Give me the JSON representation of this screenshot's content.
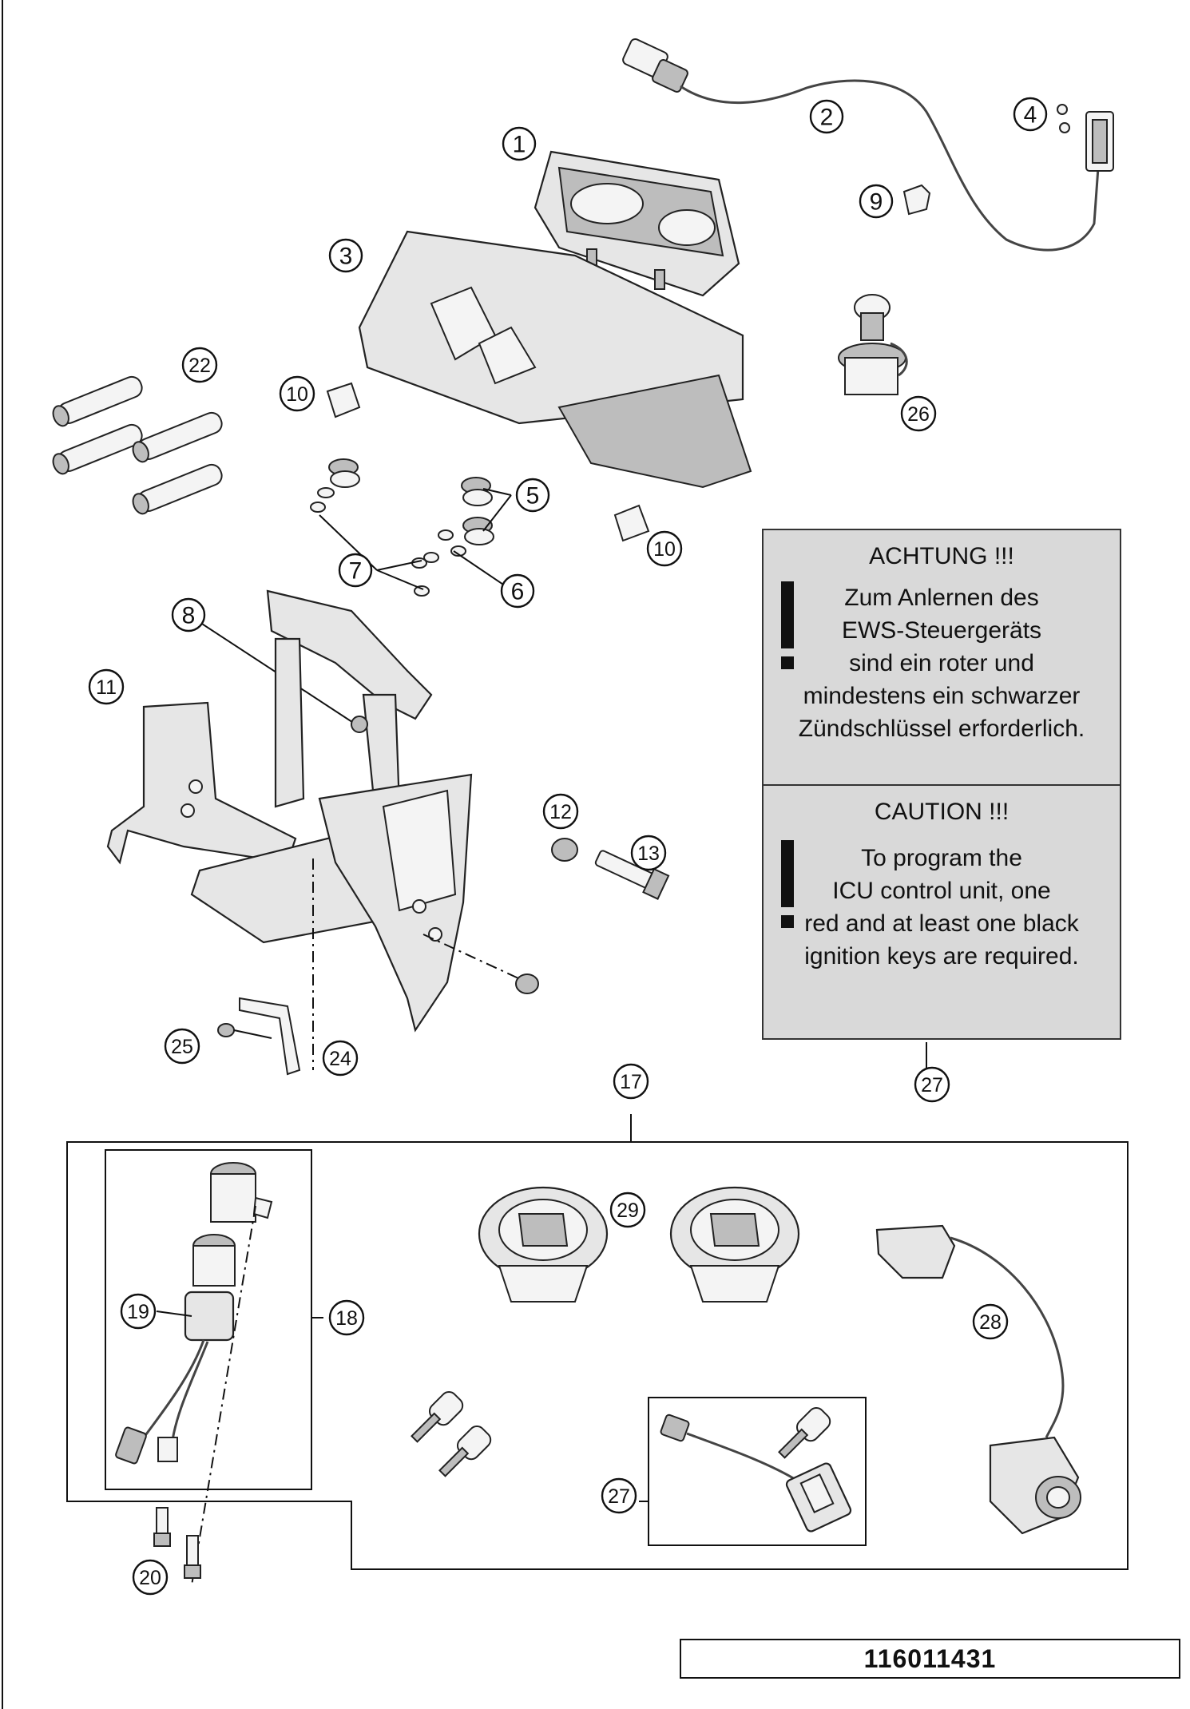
{
  "callouts": [
    "1",
    "2",
    "3",
    "4",
    "5",
    "6",
    "7",
    "8",
    "9",
    "10",
    "11",
    "12",
    "13",
    "17",
    "18",
    "19",
    "20",
    "22",
    "24",
    "25",
    "26",
    "27",
    "28",
    "29"
  ],
  "notice_de": {
    "title": "ACHTUNG !!!",
    "lines": [
      "Zum Anlernen des",
      "EWS-Steuergeräts",
      "sind ein roter und",
      "mindestens ein schwarzer",
      "Zündschlüssel erforderlich."
    ]
  },
  "notice_en": {
    "title": "CAUTION !!!",
    "lines": [
      "To program the",
      "ICU control unit, one",
      "red and at least one black",
      "ignition keys are required."
    ]
  },
  "part_number": "116011431"
}
